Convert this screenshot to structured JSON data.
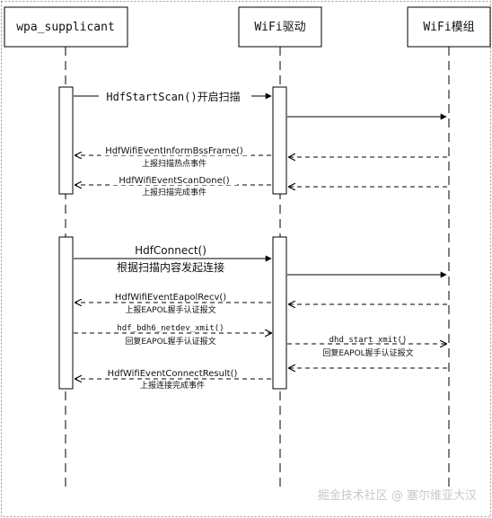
{
  "participants": [
    {
      "id": "supplicant",
      "label": "wpa_supplicant"
    },
    {
      "id": "driver",
      "label": "WiFi驱动"
    },
    {
      "id": "module",
      "label": "WiFi模组"
    }
  ],
  "messages": [
    {
      "id": "scan",
      "label": "HdfStartScan()开启扫描"
    },
    {
      "id": "inform_bss",
      "label": "HdfWifiEventInformBssFrame()",
      "sublabel": "上报扫描热点事件"
    },
    {
      "id": "scan_done",
      "label": "HdfWifiEventScanDone()",
      "sublabel": "上报扫描完成事件"
    },
    {
      "id": "connect",
      "label": "HdfConnect()",
      "sublabel": "根据扫描内容发起连接"
    },
    {
      "id": "eapol_recv",
      "label": "HdfWifiEventEapolRecv()",
      "sublabel": "上报EAPOL握手认证报文"
    },
    {
      "id": "netdev_xmit",
      "label": "hdf_bdh6_netdev_xmit()",
      "sublabel": "回复EAPOL握手认证报文"
    },
    {
      "id": "dhd_xmit",
      "label": "dhd_start_xmit()",
      "sublabel": "回复EAPOL握手认证报文"
    },
    {
      "id": "connect_result",
      "label": "HdfWifiEventConnectResult()",
      "sublabel": "上报连接完成事件"
    }
  ],
  "watermark": "掘金技术社区 @ 塞尔维亚大汉"
}
